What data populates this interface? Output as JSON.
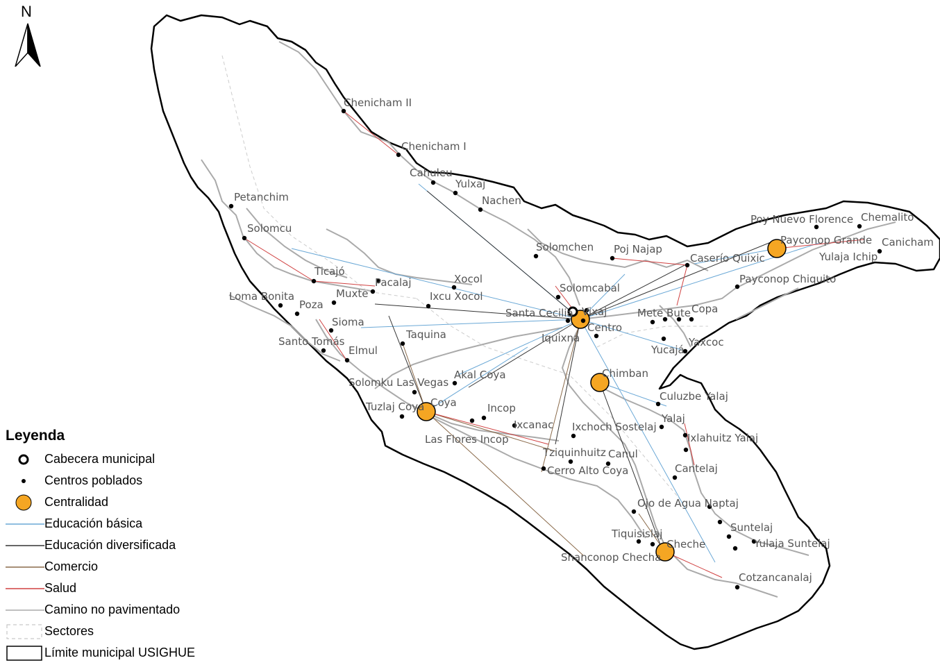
{
  "north": {
    "label": "N"
  },
  "legend": {
    "title": "Leyenda",
    "items": [
      {
        "label": "Cabecera municipal",
        "symbol": "ring"
      },
      {
        "label": "Centros poblados",
        "symbol": "dot"
      },
      {
        "label": "Centralidad",
        "symbol": "orange-circle"
      },
      {
        "label": "Educación básica",
        "symbol": "line",
        "color": "#6aa8d6"
      },
      {
        "label": "Educación diversificada",
        "symbol": "line",
        "color": "#333333"
      },
      {
        "label": "Comercio",
        "symbol": "line",
        "color": "#8a6a4a"
      },
      {
        "label": "Salud",
        "symbol": "line",
        "color": "#d04040"
      },
      {
        "label": "Camino no pavimentado",
        "symbol": "line",
        "color": "#aaaaaa"
      },
      {
        "label": "Sectores",
        "symbol": "dashed-box"
      },
      {
        "label": "Límite municipal USIGHUE",
        "symbol": "box"
      }
    ]
  },
  "colors": {
    "centralidad": "#f5a623",
    "educacion_basica": "#6aa8d6",
    "educacion_diversificada": "#333333",
    "comercio": "#8a6a4a",
    "salud": "#d04040",
    "camino": "#aaaaaa"
  },
  "places": [
    "Chenicham II",
    "Chenicham I",
    "Cahuleu",
    "Yulxaj",
    "Nachen",
    "Petanchim",
    "Solomcu",
    "Ticajó",
    "Pacalaj",
    "Xocol",
    "Muxte",
    "Ixcu Xocol",
    "Loma Bonita",
    "Poza",
    "Sioma",
    "Santo Tomás",
    "Elmul",
    "Taquina",
    "Solomchen",
    "Poj Najap",
    "Caserío Quixic",
    "Solomcabal",
    "Santa Cecilia",
    "Vixaj",
    "Centro",
    "Iquixna",
    "Mete Bute",
    "Copa",
    "Yaxcoc",
    "Yucajá",
    "Poy Nuevo Florence",
    "Chemalito",
    "Payconop Grande",
    "Canicham",
    "Yulaja Ichip",
    "Payconop Chiquito",
    "Chimban",
    "Culuzbe Yalaj",
    "Yalaj",
    "Ixlahuitz Yalaj",
    "Akal Coya",
    "Solomku Las Vegas",
    "Tuzlaj Coya",
    "Coya",
    "Incop",
    "Ixcanac",
    "Las Flores Incop",
    "Ixchoch Sostelaj",
    "Tziquinhuitz",
    "Canul",
    "Cerro Alto Coya",
    "Cantelaj",
    "Ojo de Agua Naptaj",
    "Suntelaj",
    "Yulaja Suntelaj",
    "Tiquisislaj",
    "Cheche",
    "Snanconop Checha",
    "Cotzancanalaj"
  ]
}
